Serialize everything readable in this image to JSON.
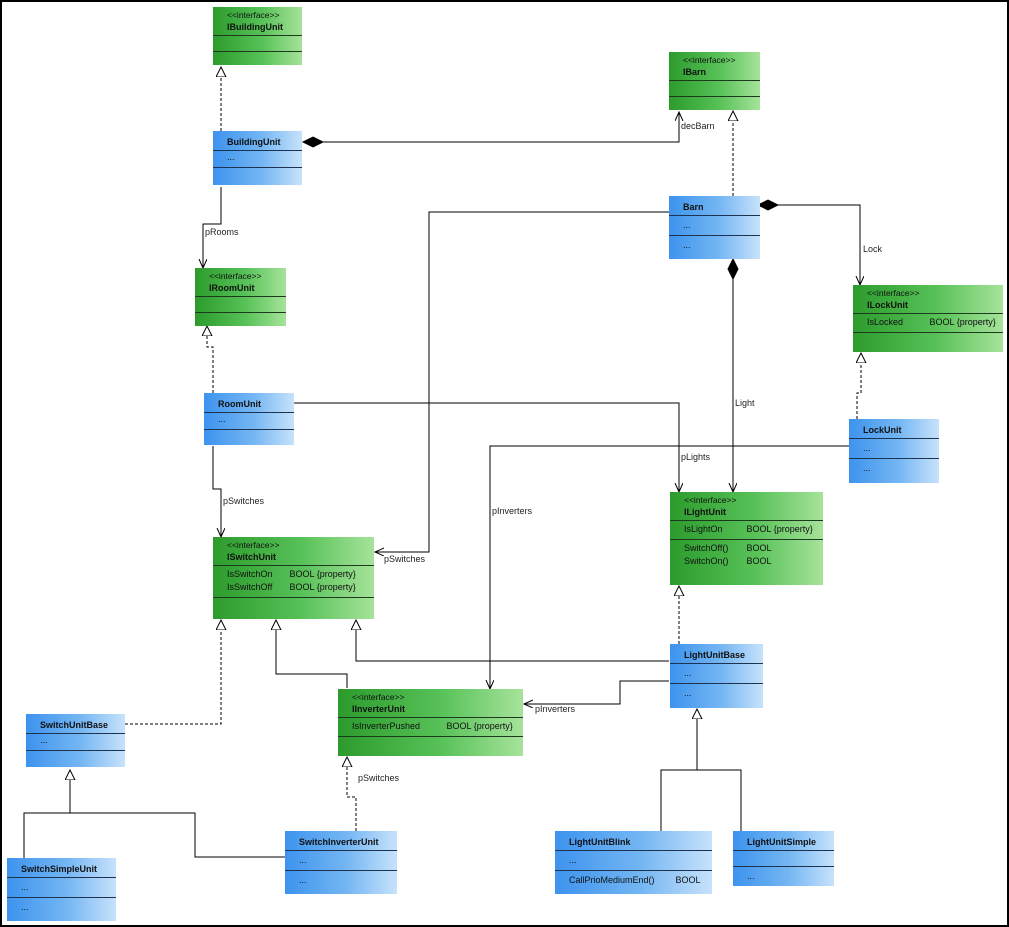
{
  "stereotype": "<<interface>>",
  "classes": {
    "ibuildingunit": {
      "name": "IBuildingUnit"
    },
    "ibarn": {
      "name": "IBarn"
    },
    "buildingunit": {
      "name": "BuildingUnit",
      "attr": "..."
    },
    "barn": {
      "name": "Barn",
      "attr": "...",
      "ops": "..."
    },
    "iroomunit": {
      "name": "IRoomUnit"
    },
    "ilockunit": {
      "name": "ILockUnit",
      "attrs": [
        {
          "name": "IsLocked",
          "type": "BOOL {property}"
        }
      ]
    },
    "roomunit": {
      "name": "RoomUnit",
      "attr": "..."
    },
    "lockunit": {
      "name": "LockUnit",
      "attr": "...",
      "ops": "..."
    },
    "ilightunit": {
      "name": "ILightUnit",
      "attrs": [
        {
          "name": "IsLightOn",
          "type": "BOOL {property}"
        }
      ],
      "ops": [
        {
          "name": "SwitchOff()",
          "type": "BOOL"
        },
        {
          "name": "SwitchOn()",
          "type": "BOOL"
        }
      ]
    },
    "iswitchunit": {
      "name": "ISwitchUnit",
      "attrs": [
        {
          "name": "IsSwitchOn",
          "type": "BOOL {property}"
        },
        {
          "name": "IsSwitchOff",
          "type": "BOOL {property}"
        }
      ]
    },
    "lightunitbase": {
      "name": "LightUnitBase",
      "attr": "...",
      "ops": "..."
    },
    "iinverterunit": {
      "name": "IInverterUnit",
      "attrs": [
        {
          "name": "IsInverterPushed",
          "type": "BOOL {property}"
        }
      ]
    },
    "switchunitbase": {
      "name": "SwitchUnitBase",
      "attr": "..."
    },
    "switchinverterunit": {
      "name": "SwitchInverterUnit",
      "attr": "...",
      "ops": "..."
    },
    "switchsimpleunit": {
      "name": "SwitchSimpleUnit",
      "attr": "...",
      "ops": "..."
    },
    "lightunitblink": {
      "name": "LightUnitBlink",
      "attr": "...",
      "ops": [
        {
          "name": "CallPrioMediumEnd()",
          "type": "BOOL"
        }
      ]
    },
    "lightunitsimple": {
      "name": "LightUnitSimple",
      "ops": "..."
    }
  },
  "relations": {
    "decbarn": "decBarn",
    "prooms": "pRooms",
    "lock": "Lock",
    "light": "Light",
    "plights": "pLights",
    "pinverters_left": "pInverters",
    "pswitches_room": "pSwitches",
    "pswitches_barn": "pSwitches",
    "pinverters_right": "pInverters",
    "pswitches_inverter": "pSwitches"
  }
}
